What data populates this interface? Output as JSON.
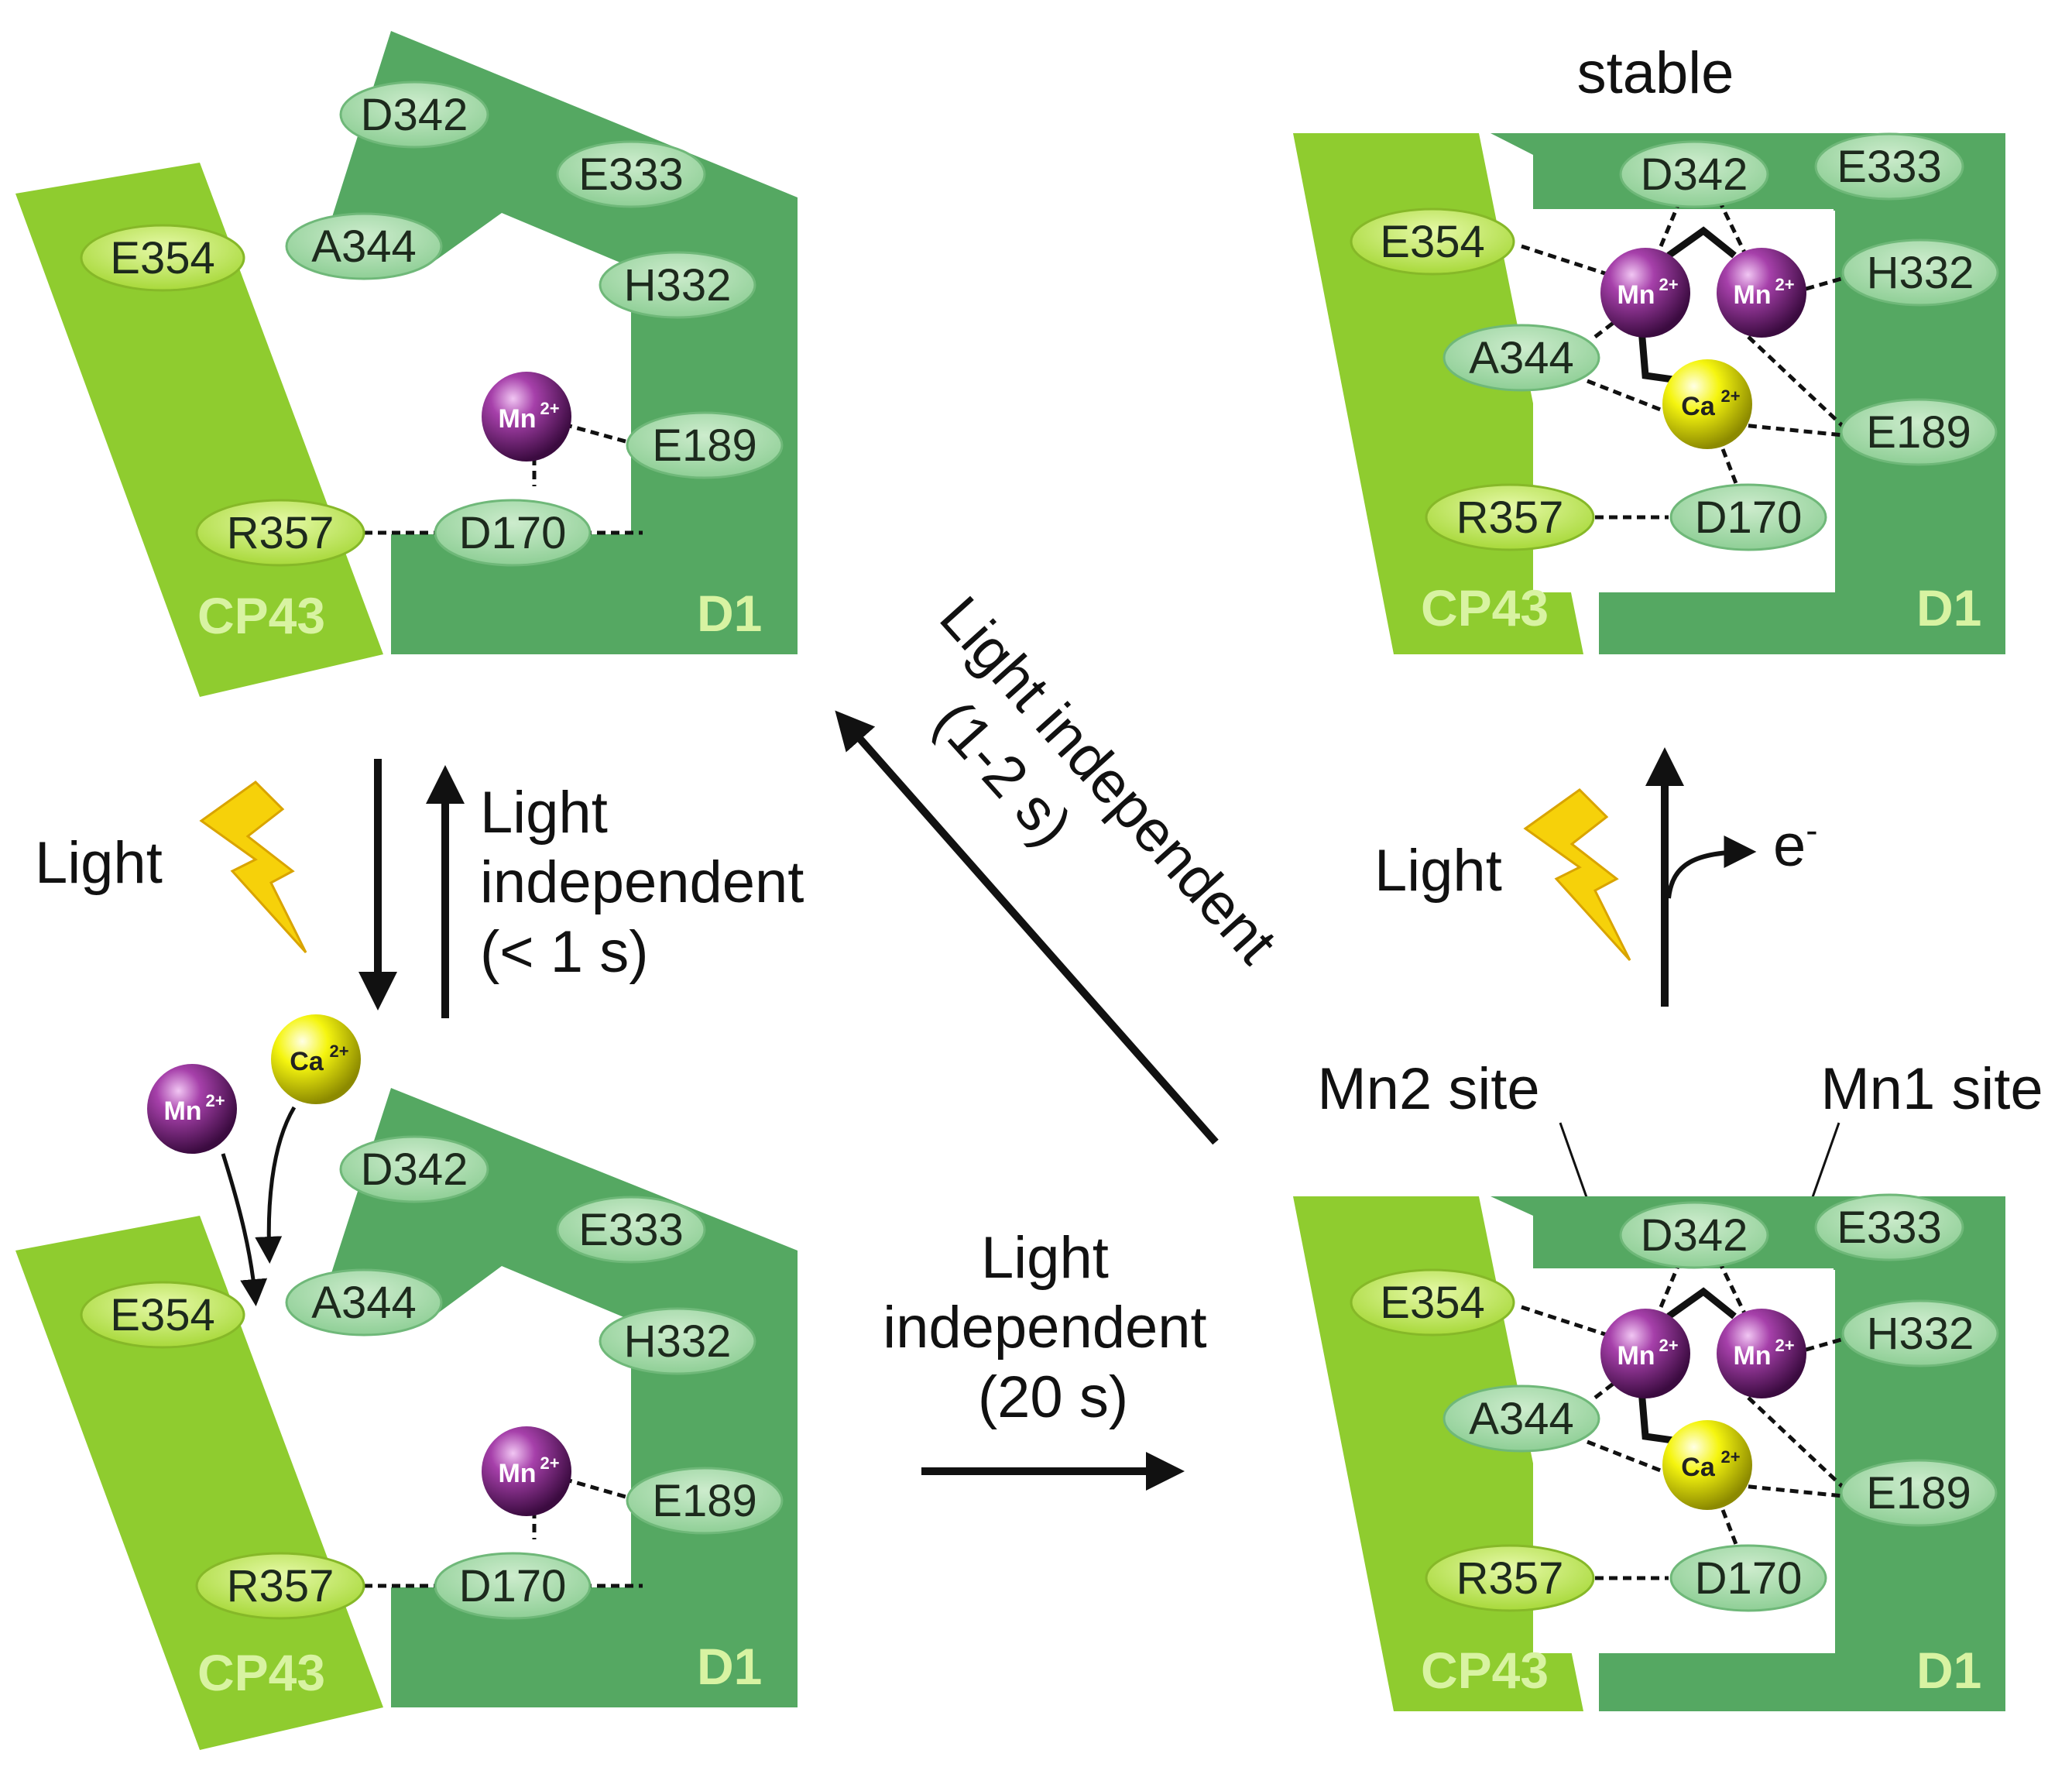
{
  "panels": {
    "top_left": {
      "protein_left": "CP43",
      "protein_right": "D1",
      "residues": [
        "D342",
        "E333",
        "A344",
        "E354",
        "H332",
        "E189",
        "R357",
        "D170"
      ],
      "ions": [
        "Mn2+"
      ]
    },
    "bottom_left": {
      "protein_left": "CP43",
      "protein_right": "D1",
      "residues": [
        "D342",
        "E333",
        "A344",
        "E354",
        "H332",
        "E189",
        "R357",
        "D170"
      ],
      "ions": [
        "Mn2+",
        "Mn2+",
        "Ca2+"
      ]
    },
    "top_right": {
      "title": "stable",
      "protein_left": "CP43",
      "protein_right": "D1",
      "residues": [
        "D342",
        "E333",
        "E354",
        "H332",
        "A344",
        "E189",
        "R357",
        "D170"
      ],
      "ions": [
        "Mn2+",
        "Mn2+",
        "Ca2+"
      ]
    },
    "bottom_right": {
      "protein_left": "CP43",
      "protein_right": "D1",
      "site_labels": [
        "Mn2 site",
        "Mn1 site"
      ],
      "residues": [
        "D342",
        "E333",
        "E354",
        "H332",
        "A344",
        "E189",
        "R357",
        "D170"
      ],
      "ions": [
        "Mn2+",
        "Mn2+",
        "Ca2+"
      ]
    }
  },
  "transitions": {
    "left_down": "Light",
    "left_up": [
      "Light",
      "independent",
      "(< 1 s)"
    ],
    "diagonal": [
      "Light independent",
      "(1-2 s)"
    ],
    "bottom": [
      "Light",
      "independent",
      "(20 s)"
    ],
    "right_up": "Light",
    "electron": "e",
    "electron_sup": "-"
  },
  "ion_labels": {
    "mn": "Mn",
    "mn_charge": "2+",
    "ca": "Ca",
    "ca_charge": "2+"
  },
  "colors": {
    "cp43": "#8fcc2f",
    "d1": "#55a862",
    "residue_d1": "#a6dcaa",
    "residue_cp43": "#c0ea62",
    "mn": "#8a2a8e",
    "ca": "#f2f20a",
    "lightning": "#f6d10a"
  }
}
